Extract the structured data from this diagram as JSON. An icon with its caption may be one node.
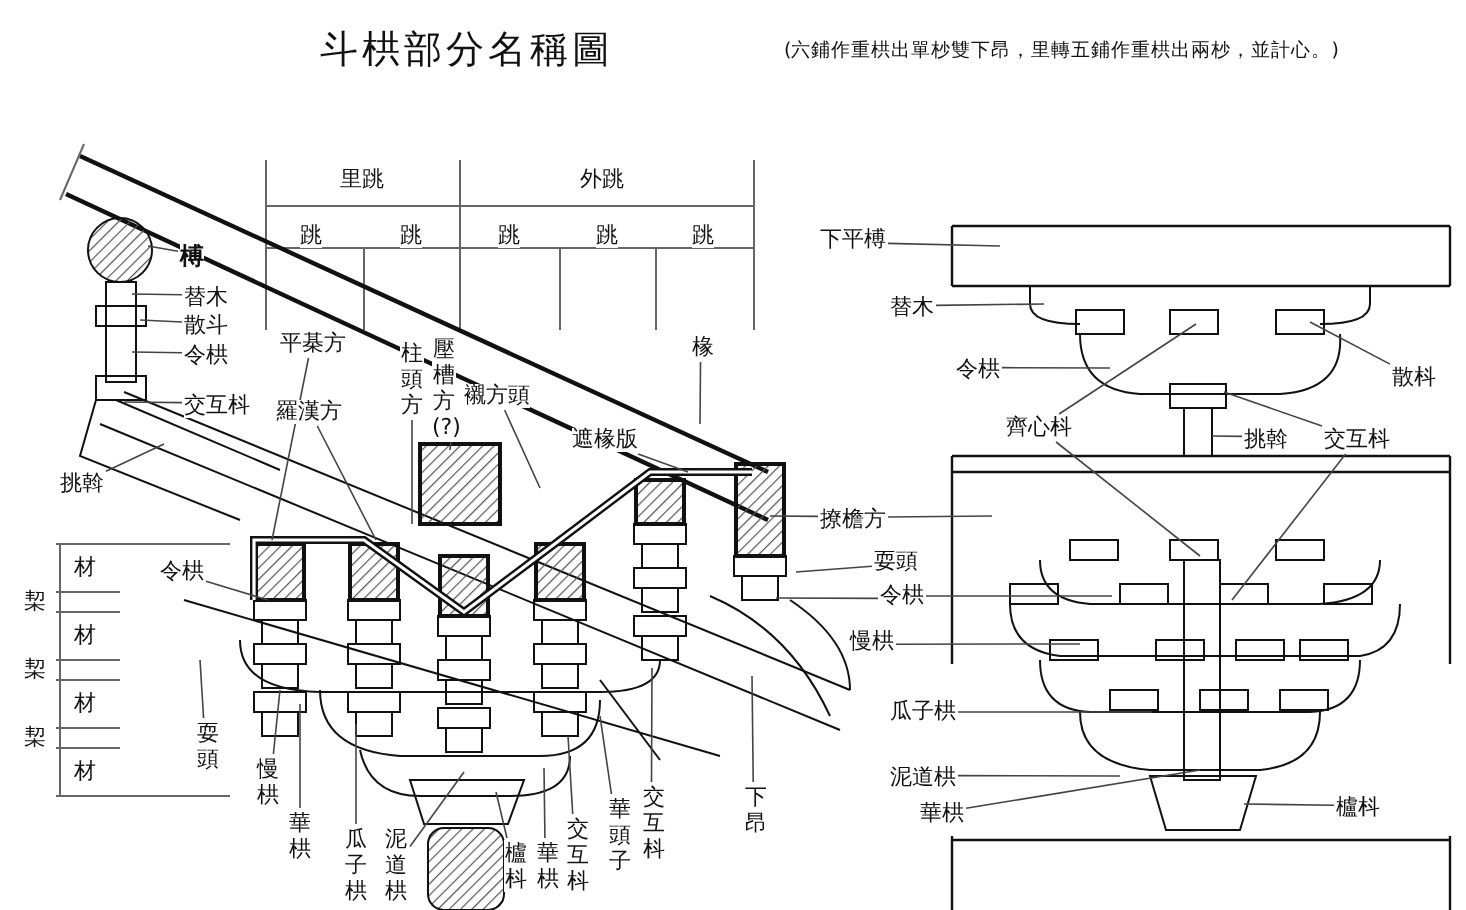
{
  "diagram": {
    "title": "斗栱部分名稱圖",
    "nodes": [
      {
        "text": [
          "榑"
        ]
      },
      {
        "text": [
          "替木"
        ]
      },
      {
        "text": [
          "散斗"
        ]
      },
      {
        "text": [
          "令栱"
        ]
      },
      {
        "text": [
          "交互枓"
        ]
      },
      {
        "text": [
          "挑斡"
        ]
      },
      {
        "text": [
          "平棊方"
        ]
      },
      {
        "text": [
          "羅漢方"
        ]
      },
      {
        "text": [
          "柱頭方"
        ]
      },
      {
        "text": [
          "壓槽方 (?)"
        ]
      },
      {
        "text": [
          "襯方頭"
        ]
      },
      {
        "text": [
          "椽"
        ]
      },
      {
        "text": [
          "遮椽版"
        ]
      },
      {
        "text": [
          "撩檐方"
        ]
      },
      {
        "text": [
          "耍頭"
        ]
      },
      {
        "text": [
          "令栱"
        ]
      },
      {
        "text": [
          "慢栱"
        ]
      },
      {
        "text": [
          "瓜子栱"
        ]
      },
      {
        "text": [
          "泥道栱"
        ]
      },
      {
        "text": [
          "華栱"
        ]
      },
      {
        "text": [
          "令栱"
        ]
      },
      {
        "text": [
          "耍頭"
        ]
      },
      {
        "text": [
          "慢栱"
        ]
      },
      {
        "text": [
          "華栱"
        ]
      },
      {
        "text": [
          "瓜子栱"
        ]
      },
      {
        "text": [
          "泥道栱"
        ]
      },
      {
        "text": [
          "櫨枓"
        ]
      },
      {
        "text": [
          "華栱"
        ]
      },
      {
        "text": [
          "交互枓"
        ]
      },
      {
        "text": [
          "華頭子"
        ]
      },
      {
        "text": [
          "交互枓"
        ]
      },
      {
        "text": [
          "下昂"
        ]
      },
      {
        "text": [
          "下平榑"
        ]
      },
      {
        "text": [
          "替木"
        ]
      },
      {
        "text": [
          "令栱"
        ]
      },
      {
        "text": [
          "散枓"
        ]
      },
      {
        "text": [
          "齊心枓"
        ]
      },
      {
        "text": [
          "挑斡"
        ]
      },
      {
        "text": [
          "交互枓"
        ]
      },
      {
        "text": [
          "櫨枓"
        ]
      }
    ],
    "edges": [
      {
        "from": 0,
        "to": null,
        "arrow": "none"
      },
      {
        "from": 1,
        "to": null,
        "arrow": "none"
      },
      {
        "from": 2,
        "to": null,
        "arrow": "none"
      },
      {
        "from": 3,
        "to": null,
        "arrow": "none"
      },
      {
        "from": 4,
        "to": null,
        "arrow": "none"
      },
      {
        "from": 5,
        "to": null,
        "arrow": "none"
      },
      {
        "from": 6,
        "to": null,
        "arrow": "none"
      },
      {
        "from": 7,
        "to": null,
        "arrow": "none"
      },
      {
        "from": 8,
        "to": null,
        "arrow": "none"
      },
      {
        "from": 9,
        "to": null,
        "arrow": "none"
      },
      {
        "from": 10,
        "to": null,
        "arrow": "none"
      },
      {
        "from": 11,
        "to": null,
        "arrow": "none"
      },
      {
        "from": 12,
        "to": null,
        "arrow": "none"
      },
      {
        "from": 13,
        "to": null,
        "arrow": "none"
      },
      {
        "from": 13,
        "to": null,
        "arrow": "none"
      },
      {
        "from": 14,
        "to": null,
        "arrow": "none"
      },
      {
        "from": 15,
        "to": null,
        "arrow": "none"
      },
      {
        "from": 15,
        "to": null,
        "arrow": "none"
      },
      {
        "from": 16,
        "to": null,
        "arrow": "none"
      },
      {
        "from": 17,
        "to": null,
        "arrow": "none"
      },
      {
        "from": 18,
        "to": null,
        "arrow": "none"
      },
      {
        "from": 19,
        "to": null,
        "arrow": "none"
      },
      {
        "from": 20,
        "to": null,
        "arrow": "none"
      },
      {
        "from": 21,
        "to": null,
        "arrow": "none"
      },
      {
        "from": 22,
        "to": null,
        "arrow": "none"
      },
      {
        "from": 23,
        "to": null,
        "arrow": "none"
      },
      {
        "from": 24,
        "to": null,
        "arrow": "none"
      },
      {
        "from": 25,
        "to": null,
        "arrow": "none"
      },
      {
        "from": 26,
        "to": null,
        "arrow": "none"
      },
      {
        "from": 27,
        "to": null,
        "arrow": "none"
      },
      {
        "from": 28,
        "to": null,
        "arrow": "none"
      },
      {
        "from": 29,
        "to": null,
        "arrow": "none"
      },
      {
        "from": 30,
        "to": null,
        "arrow": "none"
      },
      {
        "from": 31,
        "to": null,
        "arrow": "none"
      },
      {
        "from": 32,
        "to": null,
        "arrow": "none"
      },
      {
        "from": 33,
        "to": null,
        "arrow": "none"
      },
      {
        "from": 34,
        "to": null,
        "arrow": "none"
      },
      {
        "from": 35,
        "to": null,
        "arrow": "none"
      },
      {
        "from": 36,
        "to": null,
        "arrow": "none"
      },
      {
        "from": 36,
        "to": null,
        "arrow": "none"
      },
      {
        "from": 37,
        "to": null,
        "arrow": "none"
      },
      {
        "from": 38,
        "to": null,
        "arrow": "none"
      },
      {
        "from": 38,
        "to": null,
        "arrow": "none"
      },
      {
        "from": 39,
        "to": null,
        "arrow": "none"
      }
    ],
    "labels": [
      "(六鋪作重栱出單杪雙下昂，里轉五鋪作重栱出兩杪，並計心。)",
      "里跳",
      "外跳",
      "跳",
      "跳",
      "跳",
      "跳",
      "跳",
      "材",
      "栔",
      "材",
      "栔",
      "材",
      "栔",
      "材"
    ]
  }
}
